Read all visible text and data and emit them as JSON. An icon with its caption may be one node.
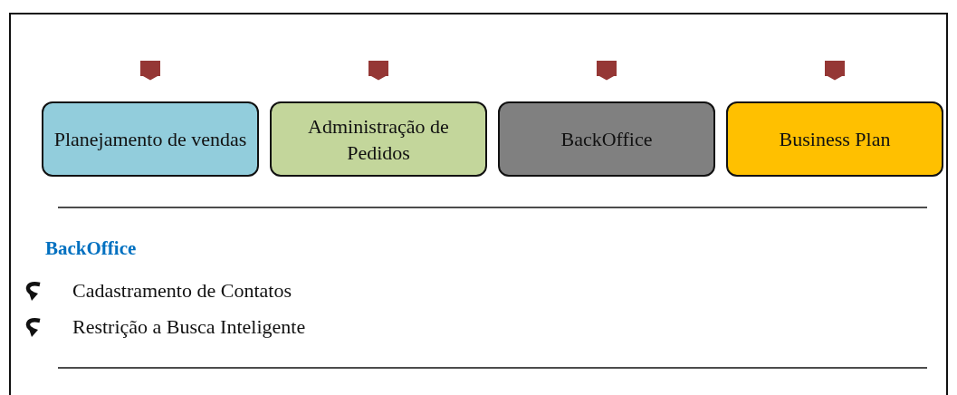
{
  "diagram": {
    "nodes": [
      {
        "text": [
          "Planejamento de vendas"
        ]
      },
      {
        "text": [
          "Administração de Pedidos"
        ]
      },
      {
        "text": [
          "BackOffice"
        ]
      },
      {
        "text": [
          "Business Plan"
        ]
      }
    ],
    "edges": [
      {
        "from": null,
        "to": 0,
        "arrow": "to"
      },
      {
        "from": null,
        "to": 1,
        "arrow": "to"
      },
      {
        "from": null,
        "to": 2,
        "arrow": "to"
      },
      {
        "from": null,
        "to": 3,
        "arrow": "to"
      }
    ],
    "labels": [
      "BackOffice",
      "Cadastramento de Contatos",
      "Restrição a Busca Inteligente"
    ]
  }
}
